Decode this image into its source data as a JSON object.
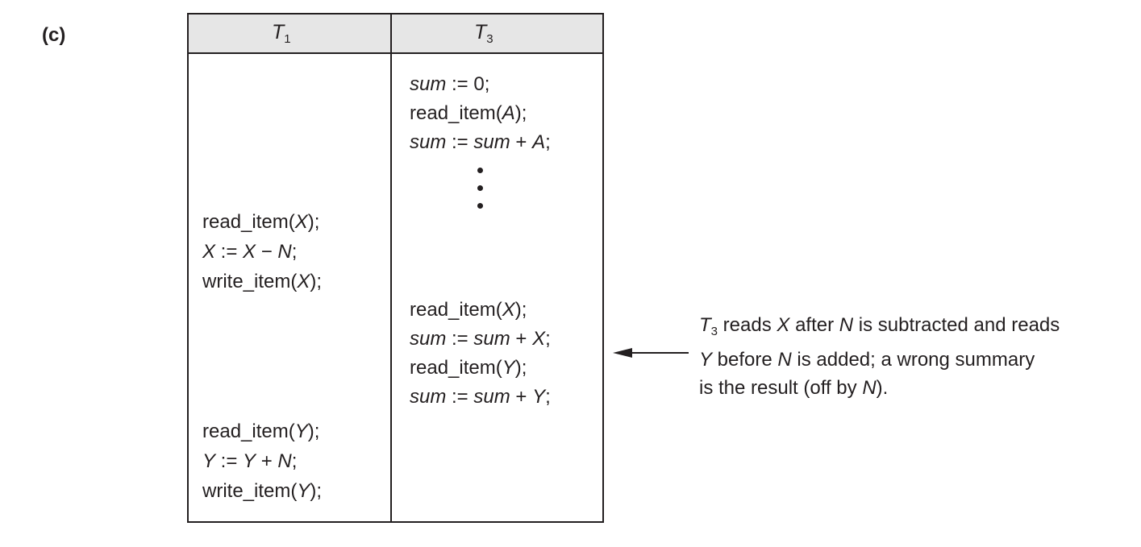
{
  "figure": {
    "panel_label": "(c)",
    "columns": [
      {
        "name": "T",
        "sub": "1"
      },
      {
        "name": "T",
        "sub": "3"
      }
    ],
    "t3_ops_a": [
      [
        [
          "i",
          "sum"
        ],
        [
          "n",
          " := 0;"
        ]
      ],
      [
        [
          "n",
          "read_item("
        ],
        [
          "i",
          "A"
        ],
        [
          "n",
          ");"
        ]
      ],
      [
        [
          "i",
          "sum"
        ],
        [
          "n",
          " := "
        ],
        [
          "i",
          "sum"
        ],
        [
          "n",
          " + "
        ],
        [
          "i",
          "A"
        ],
        [
          "n",
          ";"
        ]
      ]
    ],
    "t1_ops_a": [
      [
        [
          "n",
          "read_item("
        ],
        [
          "i",
          "X"
        ],
        [
          "n",
          ");"
        ]
      ],
      [
        [
          "i",
          "X"
        ],
        [
          "n",
          " := "
        ],
        [
          "i",
          "X"
        ],
        [
          "n",
          " − "
        ],
        [
          "i",
          "N"
        ],
        [
          "n",
          ";"
        ]
      ],
      [
        [
          "n",
          "write_item("
        ],
        [
          "i",
          "X"
        ],
        [
          "n",
          ");"
        ]
      ]
    ],
    "t3_ops_b": [
      [
        [
          "n",
          "read_item("
        ],
        [
          "i",
          "X"
        ],
        [
          "n",
          ");"
        ]
      ],
      [
        [
          "i",
          "sum"
        ],
        [
          "n",
          " := "
        ],
        [
          "i",
          "sum"
        ],
        [
          "n",
          " + "
        ],
        [
          "i",
          "X"
        ],
        [
          "n",
          ";"
        ]
      ],
      [
        [
          "n",
          "read_item("
        ],
        [
          "i",
          "Y"
        ],
        [
          "n",
          ");"
        ]
      ],
      [
        [
          "i",
          "sum"
        ],
        [
          "n",
          " := "
        ],
        [
          "i",
          "sum"
        ],
        [
          "n",
          " + "
        ],
        [
          "i",
          "Y"
        ],
        [
          "n",
          ";"
        ]
      ]
    ],
    "t1_ops_b": [
      [
        [
          "n",
          "read_item("
        ],
        [
          "i",
          "Y"
        ],
        [
          "n",
          ");"
        ]
      ],
      [
        [
          "i",
          "Y"
        ],
        [
          "n",
          " := "
        ],
        [
          "i",
          "Y"
        ],
        [
          "n",
          " + "
        ],
        [
          "i",
          "N"
        ],
        [
          "n",
          ";"
        ]
      ],
      [
        [
          "n",
          "write_item("
        ],
        [
          "i",
          "Y"
        ],
        [
          "n",
          ");"
        ]
      ]
    ],
    "annotation": [
      [
        [
          "i",
          "T"
        ],
        [
          "s",
          "3"
        ],
        [
          "n",
          " reads "
        ],
        [
          "i",
          "X"
        ],
        [
          "n",
          " after "
        ],
        [
          "i",
          "N"
        ],
        [
          "n",
          " is subtracted and reads"
        ]
      ],
      [
        [
          "i",
          "Y"
        ],
        [
          "n",
          " before "
        ],
        [
          "i",
          "N"
        ],
        [
          "n",
          " is added; a wrong summary"
        ]
      ],
      [
        [
          "n",
          "is the result (off by "
        ],
        [
          "i",
          "N"
        ],
        [
          "n",
          ")."
        ]
      ]
    ]
  }
}
